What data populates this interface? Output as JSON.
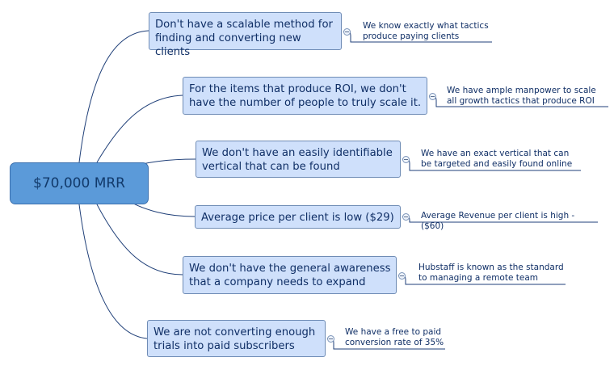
{
  "root": {
    "label": "$70,000 MRR"
  },
  "branches": [
    {
      "problem": "Don't have a scalable method for finding and converting new clients",
      "goal": "We know exactly what tactics produce paying clients"
    },
    {
      "problem": "For the items that produce ROI, we don't have the number of people to truly scale it.",
      "goal": "We have ample manpower to scale all growth tactics that produce ROI"
    },
    {
      "problem": "We don't have an easily identifiable vertical that can be found",
      "goal": "We have an exact vertical that can be targeted and easily found online"
    },
    {
      "problem": "Average price per client is low ($29)",
      "goal": "Average Revenue per client is high - ($60)"
    },
    {
      "problem": "We don't have the general awareness that a company needs to expand",
      "goal": "Hubstaff is known as the standard to managing a remote team"
    },
    {
      "problem": "We are not converting enough trials into paid subscribers",
      "goal": "We have a free to paid conversion rate of 35%"
    }
  ],
  "colors": {
    "line": "#1f3f78",
    "node_fill": "#cfe0fb",
    "root_fill": "#5b9ad9"
  }
}
